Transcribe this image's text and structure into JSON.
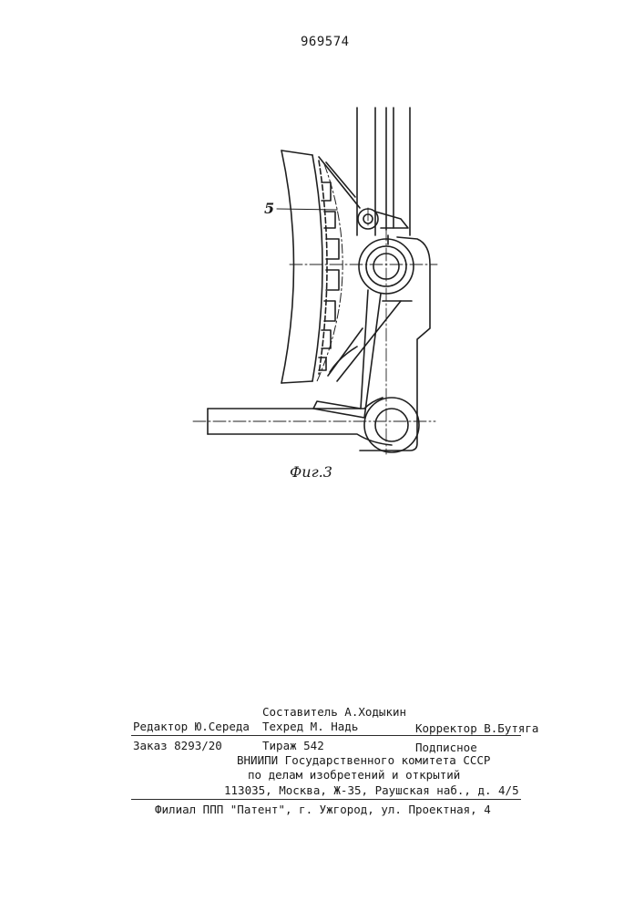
{
  "header": {
    "patent_number": "969574"
  },
  "figure": {
    "callout": "5",
    "caption": "Фиг.3"
  },
  "footer": {
    "compiler": "Составитель А.Ходыкин",
    "editor": "Редактор Ю.Середа",
    "techred": "Техред М. Надь",
    "corrector": "Корректор В.Бутяга",
    "order": "Заказ 8293/20",
    "circulation": "Тираж 542",
    "subscription": "Подписное",
    "org_line1": "ВНИИПИ Государственного комитета СССР",
    "org_line2": "по делам изобретений и открытий",
    "org_line3": "113035, Москва, Ж-35, Раушская наб., д. 4/5",
    "branch": "Филиал ППП \"Патент\", г. Ужгород, ул. Проектная, 4"
  }
}
